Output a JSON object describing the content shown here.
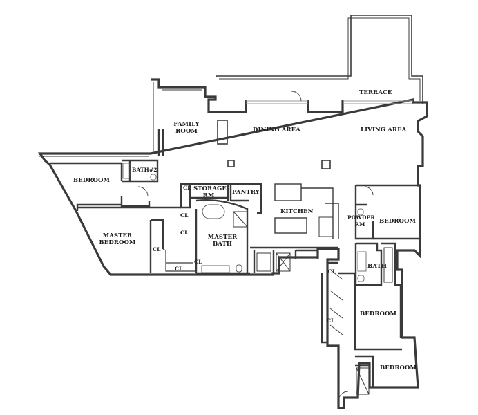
{
  "plan": {
    "rooms": {
      "terrace": "TERRACE",
      "family_room": "FAMILY ROOM",
      "dining_area": "DINING AREA",
      "living_area": "LIVING AREA",
      "bedroom_west": "BEDROOM",
      "bath2": "BATH#2",
      "storage_rm": "STORAGE RM",
      "pantry": "PANTRY",
      "kitchen": "KITCHEN",
      "powder_rm": "POWDER RM",
      "bedroom_east": "BEDROOM",
      "master_bedroom": "MASTER BEDROOM",
      "master_bath": "MASTER BATH",
      "bath": "BATH",
      "bedroom_south": "BEDROOM",
      "bedroom_southeast": "BEDROOM"
    },
    "closets": {
      "cl_1": "CL",
      "cl_2": "CL",
      "cl_3": "CL",
      "cl_4": "CL",
      "cl_5": "CL",
      "cl_6": "CL",
      "cl_7": "CL",
      "cl_8": "CL"
    },
    "colors": {
      "wall": "#3a3a3a",
      "fixture": "#555555",
      "glass": "#9a9a9a"
    }
  }
}
